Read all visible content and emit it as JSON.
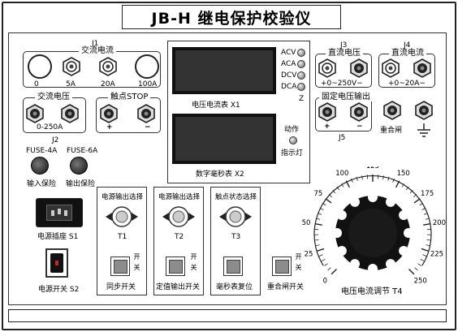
{
  "title": "JB-H 继电保护校验仪",
  "j1": {
    "id": "J1",
    "title": "交流电流",
    "terms": [
      "0",
      "5A",
      "20A",
      "100A"
    ]
  },
  "ac_voltage": {
    "title": "交流电压",
    "range": "0-250A"
  },
  "stop_group": {
    "title": "触点STOP",
    "plus": "+",
    "minus": "−"
  },
  "j2": {
    "id": "J2",
    "fuse_in": "FUSE-4A",
    "fuse_out": "FUSE-6A",
    "in_label": "输入保险",
    "out_label": "输出保险"
  },
  "display_x1": {
    "label": "电压电流表 X1"
  },
  "mode_leds": [
    "ACV",
    "ACA",
    "DCV",
    "DCA",
    "Z"
  ],
  "display_x2": {
    "label": "数字毫秒表 X2"
  },
  "action_led": {
    "line1": "动作",
    "line2": "指示灯"
  },
  "j3": {
    "id": "J3",
    "title": "直流电压",
    "range": "+0~250V−"
  },
  "j4": {
    "id": "J4",
    "title": "直流电流",
    "range": "+0~20A−"
  },
  "j5": {
    "id": "J5",
    "title": "固定电压输出",
    "plus": "+",
    "minus": "−"
  },
  "reclose": {
    "label": "重合闸"
  },
  "power_socket": {
    "label": "电源插座 S1"
  },
  "power_switch": {
    "label": "电源开关 S2"
  },
  "selectors": [
    {
      "title": "电源输出选择",
      "id": "T1",
      "btn": "同步开关"
    },
    {
      "title": "电源输出选择",
      "id": "T2",
      "btn": "定值输出开关"
    },
    {
      "title": "触点状态选择",
      "id": "T3",
      "btn": "毫秒表复位"
    }
  ],
  "reclose_switch": {
    "label": "重合闸开关"
  },
  "onoff": {
    "on": "开",
    "off": "关"
  },
  "dial": {
    "label": "电压电流调节 T4",
    "ticks": [
      "0",
      "25",
      "50",
      "75",
      "100",
      "125",
      "150",
      "175",
      "200",
      "225",
      "250"
    ],
    "value": 0
  }
}
